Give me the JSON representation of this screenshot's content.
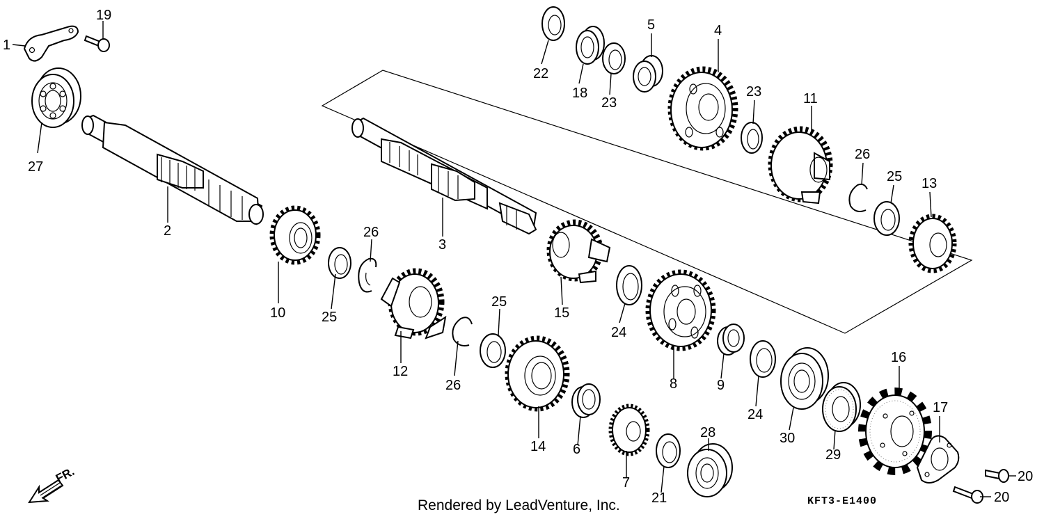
{
  "diagram": {
    "callouts": {
      "p1": "1",
      "p2": "2",
      "p3": "3",
      "p4": "4",
      "p5": "5",
      "p6": "6",
      "p7": "7",
      "p8": "8",
      "p9": "9",
      "p10": "10",
      "p11": "11",
      "p12": "12",
      "p13": "13",
      "p14": "14",
      "p15": "15",
      "p16": "16",
      "p17": "17",
      "p18": "18",
      "p19": "19",
      "p20a": "20",
      "p20b": "20",
      "p21": "21",
      "p22": "22",
      "p23a": "23",
      "p23b": "23",
      "p24a": "24",
      "p24b": "24",
      "p25a": "25",
      "p25b": "25",
      "p25c": "25",
      "p26a": "26",
      "p26b": "26",
      "p26c": "26",
      "p27": "27",
      "p28": "28",
      "p29": "29",
      "p30": "30"
    },
    "front_indicator": "FR.",
    "credit": "Rendered by LeadVenture, Inc.",
    "diagram_code": "KFT3-E1400"
  }
}
